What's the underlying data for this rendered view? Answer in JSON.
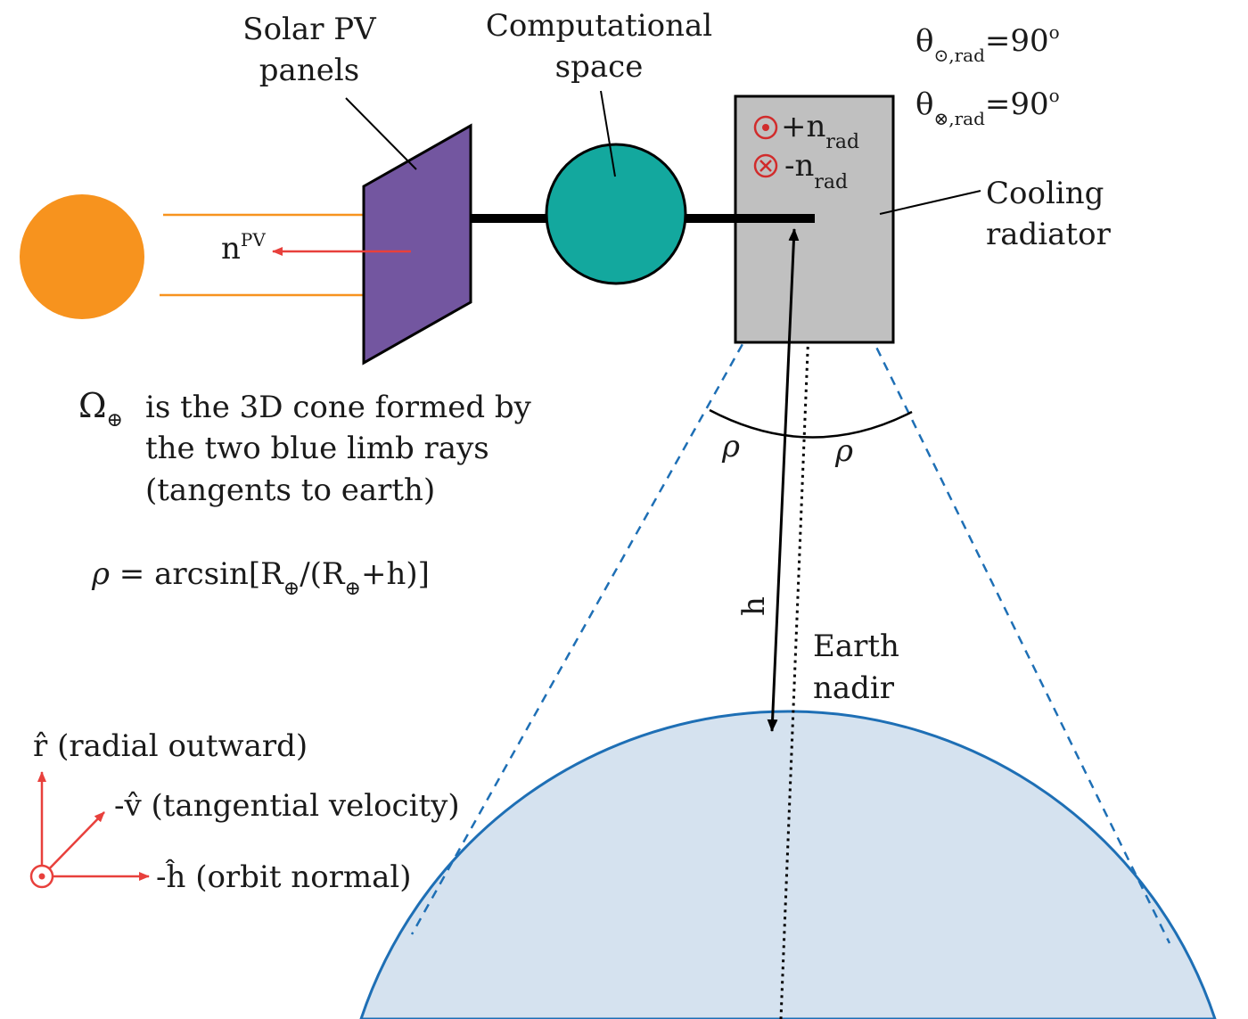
{
  "colors": {
    "sun": "#F7931E",
    "sun_ray": "#F7931E",
    "pv_panel": "#7356A0",
    "compute": "#13A89E",
    "radiator": "#C0C0C0",
    "earth_fill": "#D5E2EF",
    "earth_stroke": "#1E6FB5",
    "limb_ray": "#1E6FB5",
    "normal_arrow": "#E8403C",
    "radiator_symbol": "#D12C2C",
    "axes": "#E8403C"
  },
  "labels": {
    "pv_title_line1": "Solar PV",
    "pv_title_line2": "panels",
    "compute_title_line1": "Computational",
    "compute_title_line2": "space",
    "radiator_title_line1": "Cooling",
    "radiator_title_line2": "radiator",
    "n_pv_base": "n",
    "n_pv_sup": "PV",
    "plus_n": "+n",
    "minus_n": "-n",
    "rad_sub": "rad",
    "theta": "θ",
    "theta_sub_1": "⊙,rad",
    "theta_sub_2": "⊗,rad",
    "theta_val": "=90",
    "theta_deg": "o",
    "rho": "ρ",
    "h": "h",
    "nadir_line1": "Earth",
    "nadir_line2": "nadir",
    "omega_symbol": "Ω",
    "omega_sub": "⊕",
    "omega_line1": "is the 3D cone formed by",
    "omega_line2": "the two blue limb rays",
    "omega_line3": "(tangents to earth)",
    "rho_eq_prefix": " = arcsin[R",
    "rho_eq_mid": "/(R",
    "rho_eq_suffix": "+h)]",
    "earth_sub": "⊕",
    "axis_r_symbol": "r̂",
    "axis_r_text": " (radial outward)",
    "axis_v_symbol": "-v̂",
    "axis_v_text": " (tangential velocity)",
    "axis_h_symbol": "-ĥ",
    "axis_h_text": " (orbit normal)"
  }
}
